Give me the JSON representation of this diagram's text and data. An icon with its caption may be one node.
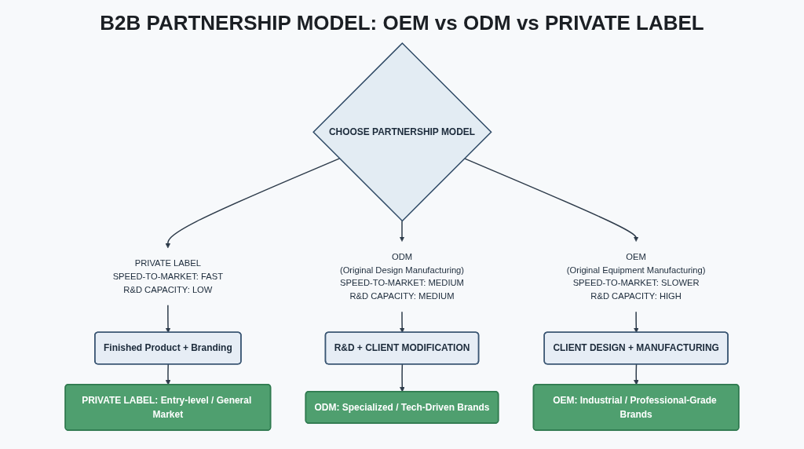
{
  "diagram": {
    "title": "B2B PARTNERSHIP MODEL: OEM vs ODM vs PRIVATE LABEL",
    "nodes": [
      {
        "text": [
          "CHOOSE PARTNERSHIP MODEL"
        ]
      },
      {
        "text": [
          "PRIVATE LABEL",
          "SPEED-TO-MARKET: FAST",
          "R&D CAPACITY: LOW"
        ]
      },
      {
        "text": [
          "ODM",
          "(Original Design Manufacturing)",
          "SPEED-TO-MARKET: MEDIUM",
          "R&D CAPACITY: MEDIUM"
        ]
      },
      {
        "text": [
          "OEM",
          "(Original Equipment Manufacturing)",
          "SPEED-TO-MARKET: SLOWER",
          "R&D CAPACITY: HIGH"
        ]
      },
      {
        "text": [
          "Finished Product + Branding"
        ]
      },
      {
        "text": [
          "R&D + CLIENT MODIFICATION"
        ]
      },
      {
        "text": [
          "CLIENT DESIGN + MANUFACTURING"
        ]
      },
      {
        "text": [
          "PRIVATE LABEL: Entry-level / General Market"
        ]
      },
      {
        "text": [
          "ODM: Specialized / Tech-Driven Brands"
        ]
      },
      {
        "text": [
          "OEM: Industrial / Professional-Grade Brands"
        ]
      }
    ],
    "edges": [
      {
        "from": 0,
        "to": 1,
        "arrow": "to"
      },
      {
        "from": 0,
        "to": 2,
        "arrow": "to"
      },
      {
        "from": 0,
        "to": 3,
        "arrow": "to"
      },
      {
        "from": 1,
        "to": 4,
        "arrow": "to"
      },
      {
        "from": 2,
        "to": 5,
        "arrow": "to"
      },
      {
        "from": 3,
        "to": 6,
        "arrow": "to"
      },
      {
        "from": 4,
        "to": 7,
        "arrow": "to"
      },
      {
        "from": 5,
        "to": 8,
        "arrow": "to"
      },
      {
        "from": 6,
        "to": 9,
        "arrow": "to"
      }
    ]
  }
}
